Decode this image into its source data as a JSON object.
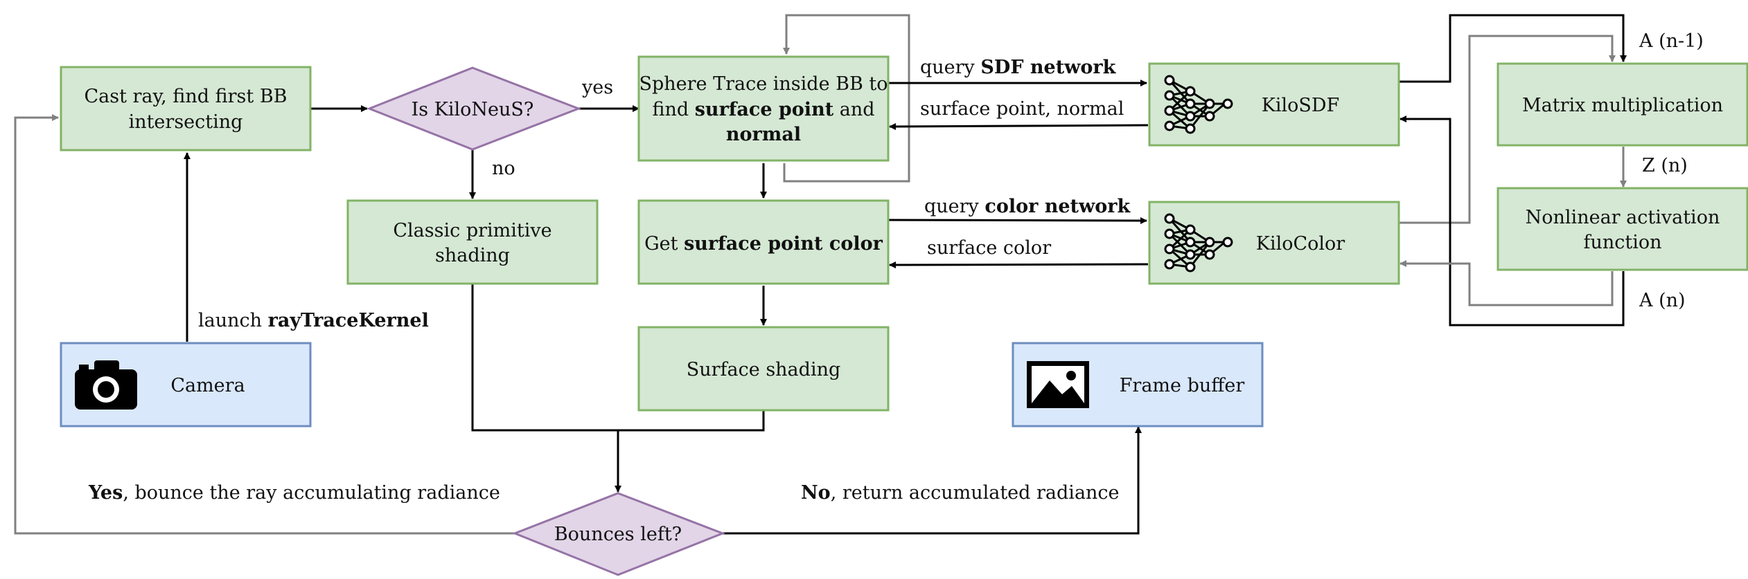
{
  "nodes": {
    "cast_ray": {
      "line1": "Cast ray, find first BB",
      "line2": "intersecting"
    },
    "is_kiloneus": {
      "label": "Is KiloNeuS?"
    },
    "sphere_trace": {
      "line1": "Sphere Trace inside BB to",
      "line2_pre": "find ",
      "line2_bold": "surface point",
      "line2_post": " and",
      "line3_bold": "normal"
    },
    "classic": {
      "line1": "Classic primitive",
      "line2": "shading"
    },
    "get_color": {
      "pre": "Get ",
      "bold": "surface point color"
    },
    "surface_shading": {
      "label": "Surface shading"
    },
    "kilosdf": {
      "label": "KiloSDF",
      "icon": "neural-network-icon"
    },
    "kilocolor": {
      "label": "KiloColor",
      "icon": "neural-network-icon"
    },
    "matmul": {
      "label": "Matrix multiplication"
    },
    "nonlinear": {
      "line1": "Nonlinear activation",
      "line2": "function"
    },
    "camera": {
      "label": "Camera",
      "icon": "camera-icon"
    },
    "frame_buffer": {
      "label": "Frame buffer",
      "icon": "image-icon"
    },
    "bounces_left": {
      "label": "Bounces left?"
    }
  },
  "edges": {
    "yes": "yes",
    "no": "no",
    "query_sdf_pre": "query ",
    "query_sdf_bold": "SDF network",
    "surface_point_normal": "surface point, normal",
    "query_color_pre": "query ",
    "query_color_bold": "color network",
    "surface_color": "surface color",
    "a_n_minus_1": "A (n-1)",
    "z_n": "Z (n)",
    "a_n": "A (n)",
    "launch_pre": "launch ",
    "launch_bold": "rayTraceKernel",
    "yes_bounce_bold": "Yes",
    "yes_bounce_rest": ", bounce the ray accumulating radiance",
    "no_return_bold": "No",
    "no_return_rest": ", return accumulated radiance"
  },
  "colors": {
    "process_fill": "#d5e8d4",
    "process_stroke": "#82b366",
    "io_fill": "#dae8fc",
    "io_stroke": "#6c8ebf",
    "decision_fill": "#e1d5e7",
    "decision_stroke": "#9673a6",
    "gray_arrow": "#808080"
  }
}
